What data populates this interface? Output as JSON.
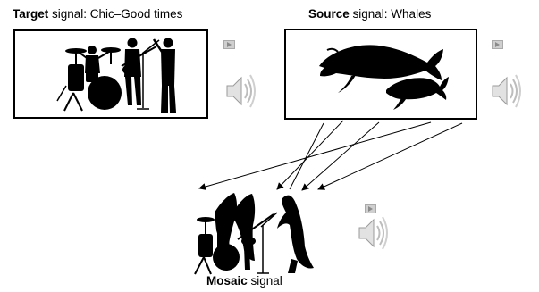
{
  "target": {
    "strong": "Target",
    "rest": " signal: Chic–Good times"
  },
  "source": {
    "strong": "Source",
    "rest": " signal: Whales"
  },
  "mosaic": {
    "strong": "Mosaic",
    "rest": " signal"
  },
  "icons": [
    "band-silhouette-icon",
    "whales-silhouette-icon",
    "mosaic-silhouette-icon",
    "speaker-icon",
    "play-icon"
  ]
}
